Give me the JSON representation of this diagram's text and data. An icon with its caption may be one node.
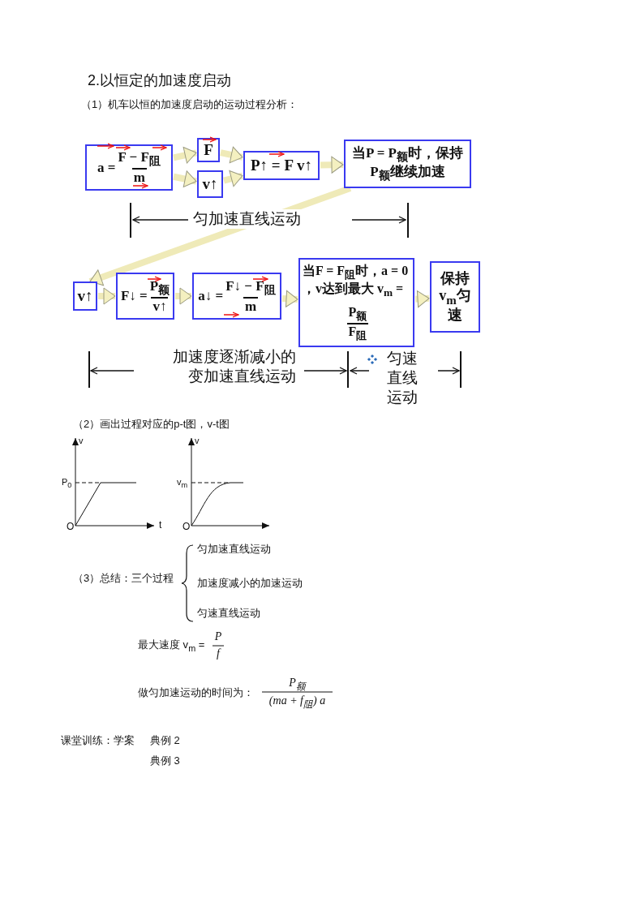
{
  "diagram": {
    "title": "2.以恒定的加速度启动",
    "nodes": [
      {
        "text": [
          "a =",
          "F − F$_{阻}$",
          "m"
        ]
      },
      {
        "text": [
          "F"
        ]
      },
      {
        "text": [
          "v↑"
        ]
      },
      {
        "text": [
          "P↑ = F v↑"
        ]
      },
      {
        "text": [
          "当P = P$_{额}$时，保持P$_{额}$继续加速"
        ]
      },
      {
        "text": [
          "v↑"
        ]
      },
      {
        "text": [
          "F↓ =",
          "P$_{额}$",
          "v↑"
        ]
      },
      {
        "text": [
          "a↓ =",
          "F↓ − F$_{阻}$",
          "m"
        ]
      },
      {
        "text": [
          "当F = F$_{阻}$时，a = 0 ，v达到最大 v$_{m}$ =",
          "P$_{额}$",
          "F$_{阻}$"
        ]
      },
      {
        "text": [
          "保持v$_{m}$匀速"
        ]
      }
    ],
    "edges": [
      {
        "from": 0,
        "to": 1,
        "arrow": "to"
      },
      {
        "from": 0,
        "to": 2,
        "arrow": "to"
      },
      {
        "from": 1,
        "to": 3,
        "arrow": "to"
      },
      {
        "from": 2,
        "to": 3,
        "arrow": "to"
      },
      {
        "from": 3,
        "to": 4,
        "arrow": "to"
      },
      {
        "from": 4,
        "to": 5,
        "arrow": "to"
      },
      {
        "from": 5,
        "to": 6,
        "arrow": "to"
      },
      {
        "from": 6,
        "to": 7,
        "arrow": "to"
      },
      {
        "from": 7,
        "to": 8,
        "arrow": "to"
      },
      {
        "from": 8,
        "to": 9,
        "arrow": "to"
      }
    ],
    "labels": [
      "（1）机车以恒的加速度启动的运动过程分析：",
      "匀加速直线运动",
      "加速度逐渐减小的变加速直线运动",
      "匀速直线运动",
      "（2）画出过程对应的p-t图，v-t图",
      "v",
      "P$_{0}$",
      "O",
      "t",
      "v",
      "v$_{m}$",
      "O",
      "（3）总结：三个过程",
      "匀加速直线运动",
      "加速度减小的加速运动",
      "匀速直线运动",
      "最大速度 v$_{m}$ =",
      "P",
      "f",
      "做匀加速运动的时间为：",
      "P$_{额}$",
      "(ma + f$_{阻}$) a",
      "课堂训练：学案",
      "典例 2",
      "典例 3"
    ]
  }
}
